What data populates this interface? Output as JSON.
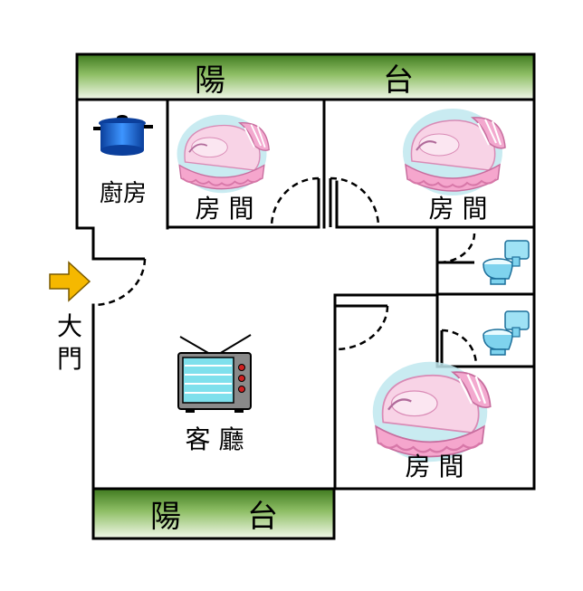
{
  "balcony_top": {
    "char1": "陽",
    "char2": "台"
  },
  "balcony_bottom": {
    "char1": "陽",
    "char2": "台"
  },
  "kitchen": {
    "label": "廚房"
  },
  "bedroom_1": {
    "label": "房 間"
  },
  "bedroom_2": {
    "label": "房 間"
  },
  "bedroom_3": {
    "label": "房 間"
  },
  "living_room": {
    "label": "客 廳"
  },
  "entrance": {
    "char1": "大",
    "char2": "門"
  },
  "colors": {
    "balcony_dark": "#3f7a1f",
    "balcony_light": "#e9f3dc",
    "arrow_fill": "#f5b800",
    "pot_blue": "#1e6fd9",
    "bed_pink": "#f6b8d8",
    "bed_halo": "#bfe7ef",
    "toilet_blue": "#7fd3ee",
    "tv_screen": "#7fe0ec"
  },
  "icons": [
    "pot-icon",
    "cradle-icon",
    "tv-icon",
    "toilet-icon",
    "arrow-right-icon"
  ]
}
